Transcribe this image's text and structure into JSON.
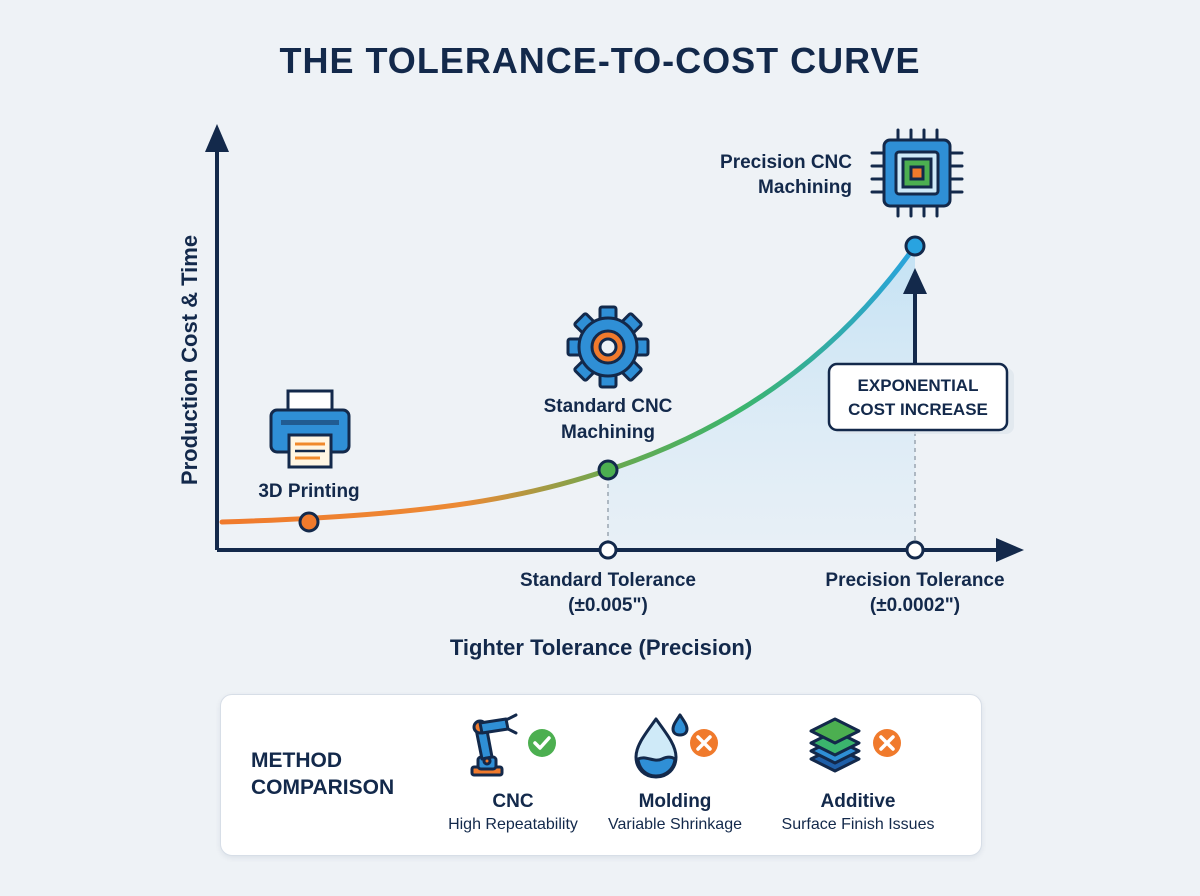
{
  "title": "THE TOLERANCE-TO-COST CURVE",
  "axes": {
    "y_label": "Production Cost & Time",
    "x_label": "Tighter Tolerance (Precision)"
  },
  "points": [
    {
      "label_line1": "3D Printing",
      "label_line2": "",
      "icon": "printer-icon",
      "color": "#f07a2c"
    },
    {
      "label_line1": "Standard CNC",
      "label_line2": "Machining",
      "icon": "gear-icon",
      "color": "#4caf50"
    },
    {
      "label_line1": "Precision CNC",
      "label_line2": "Machining",
      "icon": "chip-icon",
      "color": "#29a3e0"
    }
  ],
  "ticks": [
    {
      "line1": "Standard Tolerance",
      "line2": "(±0.005\")"
    },
    {
      "line1": "Precision Tolerance",
      "line2": "(±0.0002\")"
    }
  ],
  "callout": {
    "line1": "EXPONENTIAL",
    "line2": "COST INCREASE"
  },
  "comparison": {
    "title_line1": "METHOD",
    "title_line2": "COMPARISON",
    "methods": [
      {
        "name": "CNC",
        "desc": "High Repeatability",
        "icon": "robot-arm-icon",
        "status": "check"
      },
      {
        "name": "Molding",
        "desc": "Variable Shrinkage",
        "icon": "droplet-icon",
        "status": "cross"
      },
      {
        "name": "Additive",
        "desc": "Surface Finish Issues",
        "icon": "layers-icon",
        "status": "cross"
      }
    ]
  },
  "colors": {
    "navy": "#13294b",
    "orange": "#f07a2c",
    "green": "#4caf50",
    "blue": "#29a3e0",
    "background": "#eef2f6"
  }
}
